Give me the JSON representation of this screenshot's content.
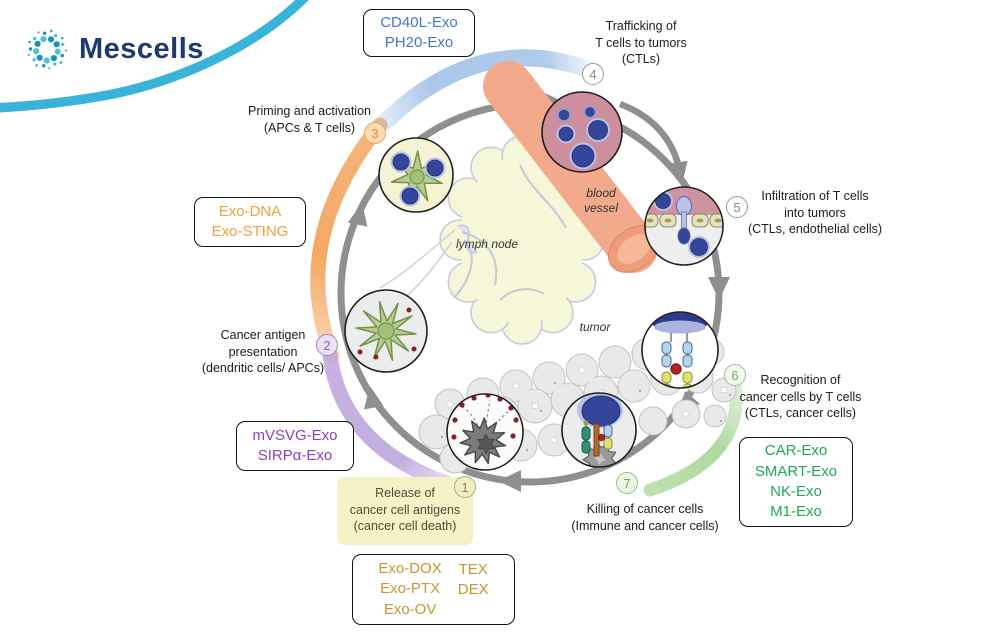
{
  "brand": {
    "name": "Mescells",
    "logo_navy": "#1d3a6e",
    "logo_teal_dark": "#1793b8",
    "logo_teal_light": "#4fc1d8",
    "swoosh_color": "#39b4d8"
  },
  "steps": {
    "s1": {
      "num": "1",
      "label": "Release of\ncancer cell antigens\n(cancer cell death)",
      "accent": "#b5b08a"
    },
    "s2": {
      "num": "2",
      "label": "Cancer antigen\npresentation\n(dendritic cells/ APCs)",
      "accent": "#9a6cc4"
    },
    "s3": {
      "num": "3",
      "label": "Priming and activation\n(APCs & T cells)",
      "accent": "#eda159"
    },
    "s4": {
      "num": "4",
      "label": "Trafficking of\nT cells to tumors\n(CTLs)",
      "accent": "#9a9a9a"
    },
    "s5": {
      "num": "5",
      "label": "Infiltration of T cells\ninto tumors\n(CTLs, endothelial cells)",
      "accent": "#9a9a9a"
    },
    "s6": {
      "num": "6",
      "label": "Recognition of\ncancer cells by T cells\n(CTLs, cancer cells)",
      "accent": "#6fae6f"
    },
    "s7": {
      "num": "7",
      "label": "Killing of cancer cells\n(Immune and cancer cells)",
      "accent": "#6fae6f"
    }
  },
  "exosome_boxes": {
    "cd40l": {
      "text": "CD40L-Exo\nPH20-Exo",
      "color": "#4577c9"
    },
    "dna": {
      "text": "Exo-DNA\nExo-STING",
      "color": "#f0a13a"
    },
    "mvsvg": {
      "text": "mVSVG-Exo\nSIRPα-Exo",
      "color": "#8f3fbf"
    },
    "car": {
      "text": "CAR-Exo\nSMART-Exo\nNK-Exo\nM1-Exo",
      "color": "#1fa858"
    },
    "chemo": {
      "col_left": "Exo-DOX\nExo-PTX\nExo-OV",
      "col_right": "TEX\nDEX",
      "color": "#c9952e"
    }
  },
  "anatomy": {
    "lymph_node": "lymph node",
    "blood_vessel": "blood\nvessel",
    "tumor": "tumor"
  },
  "cycle_colors": {
    "arc_blue": "#a6c4e8",
    "arc_orange": "#f3a45c",
    "arc_purple": "#bda4dc",
    "arc_green": "#abd698",
    "ring_gray": "#8f8f8f",
    "highlight_yellow": "#f6f2c8"
  }
}
